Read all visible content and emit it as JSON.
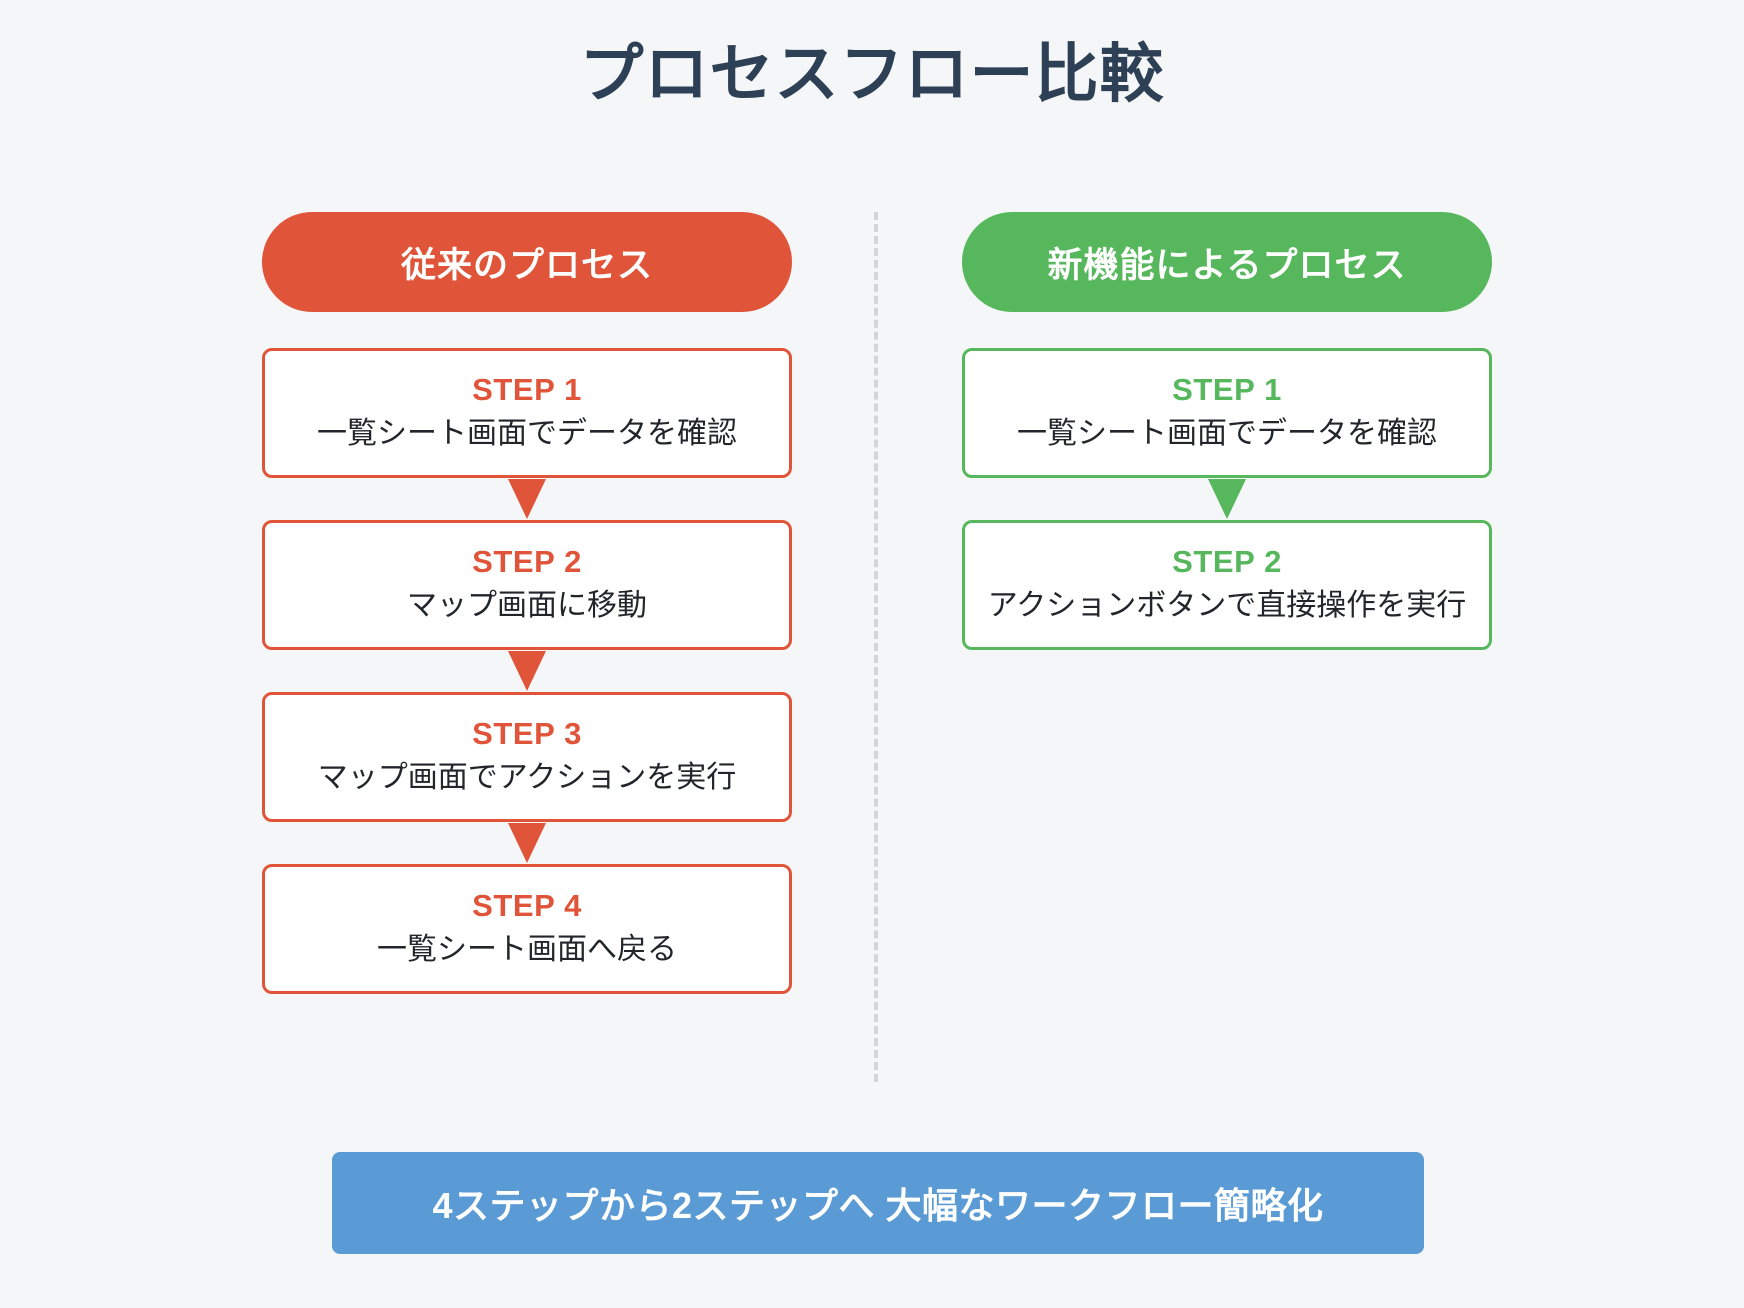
{
  "title": "プロセスフロー比較",
  "colors": {
    "background": "#f4f6f8",
    "title_text": "#2e4055",
    "legacy_accent": "#e0553a",
    "modern_accent": "#57b75c",
    "summary_background": "#5b9bd5",
    "divider": "#d2d6da",
    "box_background": "#ffffff",
    "body_text": "#22262b"
  },
  "columns": {
    "legacy": {
      "heading": "従来のプロセス",
      "steps": [
        {
          "label": "STEP 1",
          "desc": "一覧シート画面でデータを確認"
        },
        {
          "label": "STEP 2",
          "desc": "マップ画面に移動"
        },
        {
          "label": "STEP 3",
          "desc": "マップ画面でアクションを実行"
        },
        {
          "label": "STEP 4",
          "desc": "一覧シート画面へ戻る"
        }
      ]
    },
    "modern": {
      "heading": "新機能によるプロセス",
      "steps": [
        {
          "label": "STEP 1",
          "desc": "一覧シート画面でデータを確認"
        },
        {
          "label": "STEP 2",
          "desc": "アクションボタンで直接操作を実行"
        }
      ]
    }
  },
  "summary": {
    "text": "4ステップから2ステップへ 大幅なワークフロー簡略化"
  }
}
